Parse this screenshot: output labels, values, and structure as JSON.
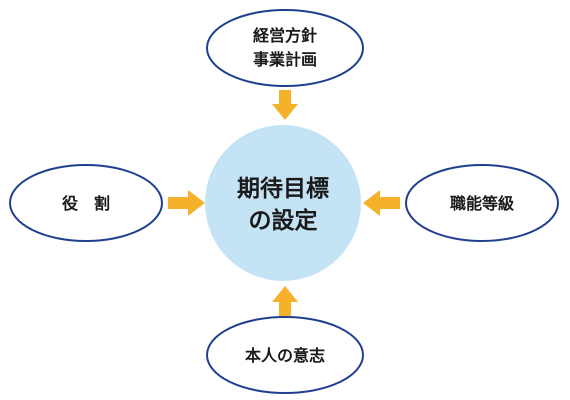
{
  "center": {
    "line1": "期待目標",
    "line2": "の設定"
  },
  "nodes": {
    "top": {
      "line1": "経営方針",
      "line2": "事業計画"
    },
    "left": {
      "label": "役　割"
    },
    "right": {
      "label": "職能等級"
    },
    "bottom": {
      "label": "本人の意志"
    }
  },
  "colors": {
    "center_fill": "#c4e3f5",
    "node_stroke": "#1f3f8f",
    "node_fill": "#ffffff",
    "arrow": "#f5b12a",
    "text": "#1a1a1a"
  }
}
